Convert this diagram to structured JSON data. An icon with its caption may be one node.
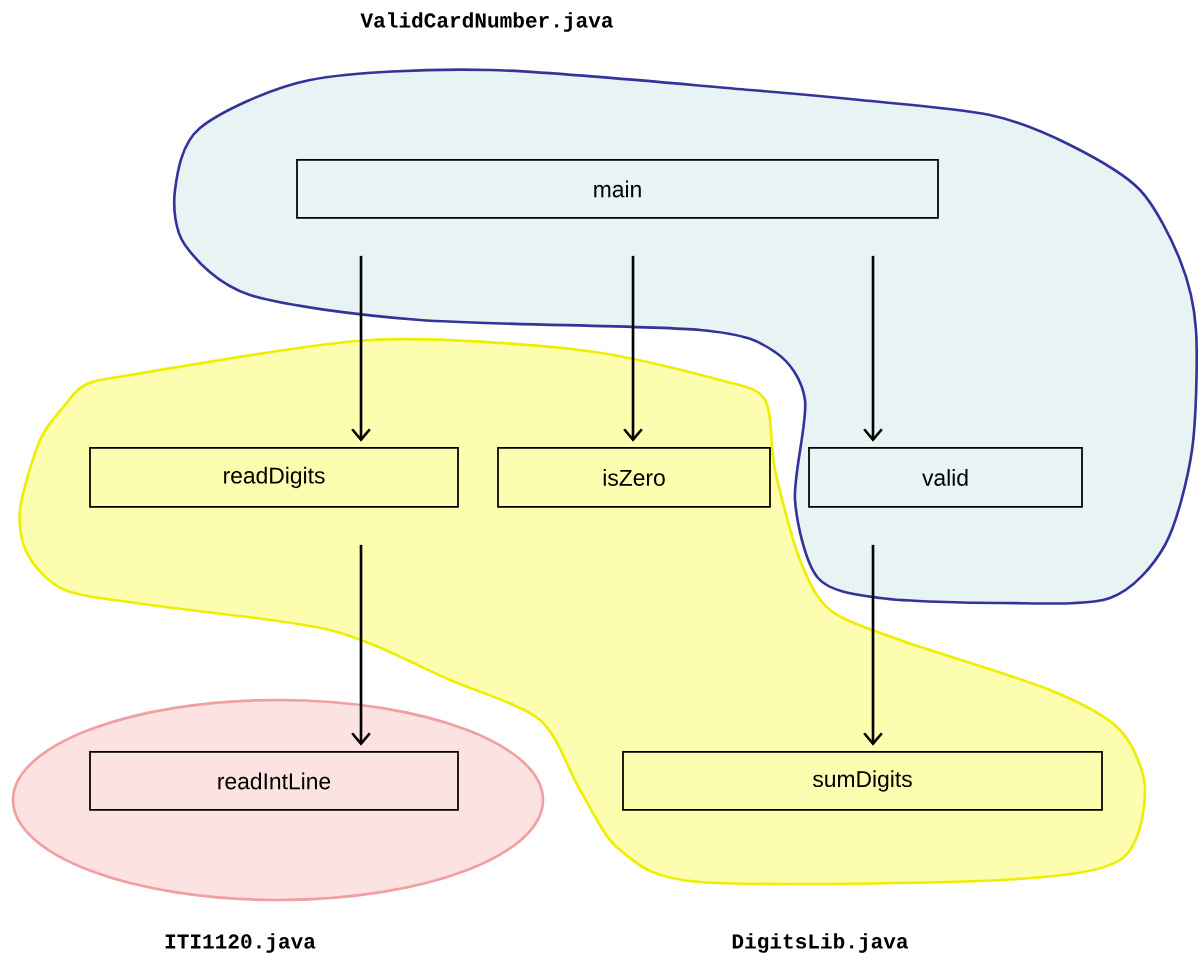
{
  "diagram": {
    "nodes": [
      {
        "text": [
          "ValidCardNumber.java"
        ]
      },
      {
        "text": [
          "main"
        ],
        "in": 0
      },
      {
        "text": [
          "DigitsLib.java"
        ]
      },
      {
        "text": [
          "readDigits"
        ],
        "in": 2
      },
      {
        "text": [
          "isZero"
        ],
        "in": 2
      },
      {
        "text": [
          "valid"
        ],
        "in": 0
      },
      {
        "text": [
          "sumDigits"
        ],
        "in": 2
      },
      {
        "text": [
          "ITI1120.java"
        ]
      },
      {
        "text": [
          "readIntLine"
        ],
        "in": 7
      }
    ],
    "edges": [
      {
        "from": 1,
        "to": 3,
        "arrow": "to"
      },
      {
        "from": 1,
        "to": 4,
        "arrow": "to"
      },
      {
        "from": 1,
        "to": 5,
        "arrow": "to"
      },
      {
        "from": 3,
        "to": 8,
        "arrow": "to"
      },
      {
        "from": 5,
        "to": 6,
        "arrow": "to"
      }
    ]
  }
}
